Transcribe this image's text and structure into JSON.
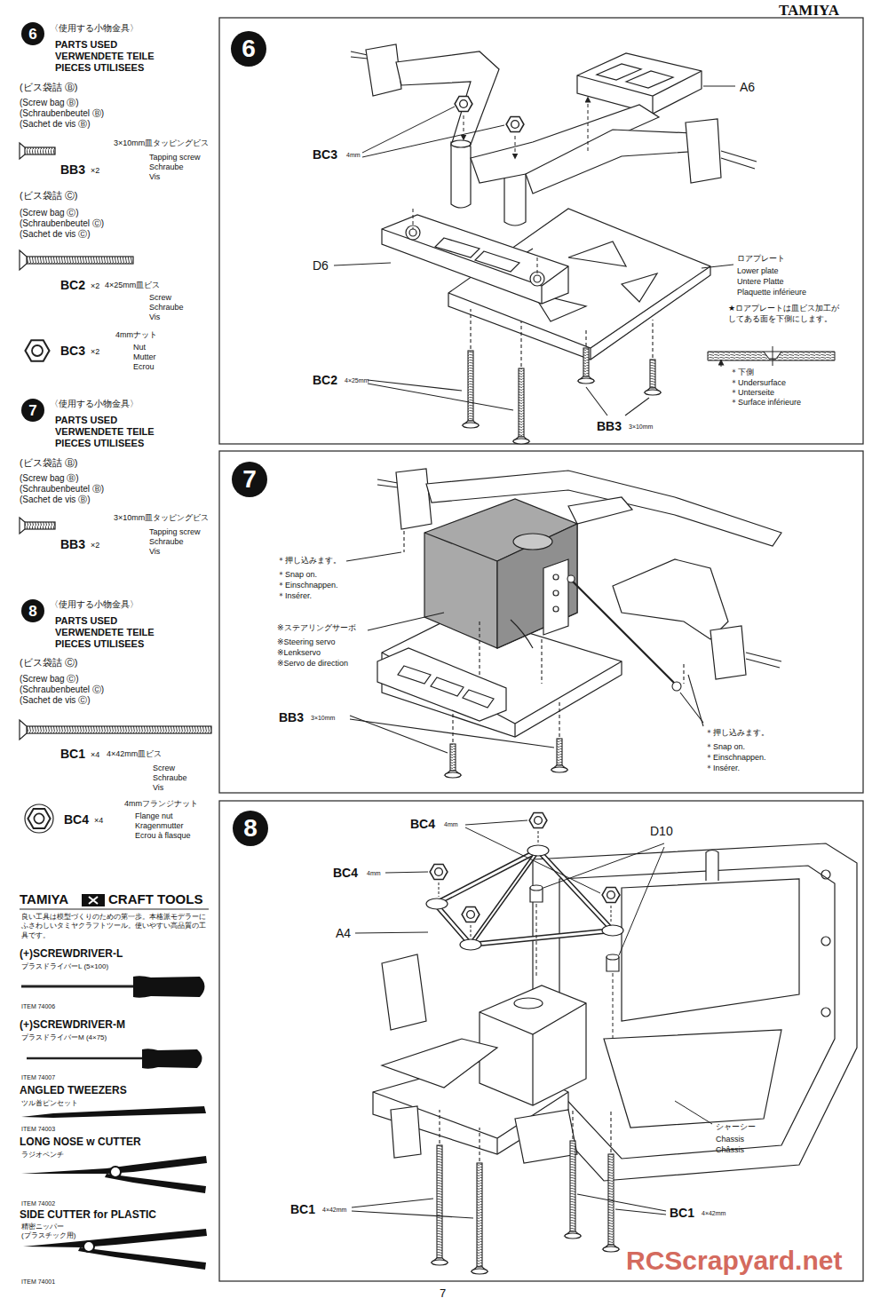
{
  "diagram": {
    "nodes": [
      {
        "text": [
          "6"
        ]
      },
      {
        "text": [
          "6"
        ]
      },
      {
        "text": [
          "7"
        ]
      },
      {
        "text": [
          "7"
        ]
      },
      {
        "text": [
          "8"
        ]
      },
      {
        "text": [
          "8"
        ]
      }
    ],
    "labels": [
      "TAMIYA",
      "〈使用する小物金具〉",
      "PARTS USED",
      "VERWENDETE TEILE",
      "PIECES UTILISEES",
      "(ビス袋詰 Ⓑ)",
      "(Screw bag Ⓑ)",
      "(Schraubenbeutel Ⓑ)",
      "(Sachet de vis Ⓑ)",
      "3×10mm皿タッピングビス",
      "Tapping screw",
      "Schraube",
      "Vis",
      "BB3",
      "×2",
      "(ビス袋詰 Ⓒ)",
      "(Screw bag Ⓒ)",
      "(Schraubenbeutel Ⓒ)",
      "(Sachet de vis Ⓒ)",
      "BC2",
      "×2",
      "4×25mm皿ビス",
      "Screw",
      "Schraube",
      "Vis",
      "BC3",
      "×2",
      "4mmナット",
      "Nut",
      "Mutter",
      "Ecrou",
      "〈使用する小物金具〉",
      "PARTS USED",
      "VERWENDETE TEILE",
      "PIECES UTILISEES",
      "(ビス袋詰 Ⓑ)",
      "(Screw bag Ⓑ)",
      "(Schraubenbeutel Ⓑ)",
      "(Sachet de vis Ⓑ)",
      "3×10mm皿タッピングビス",
      "Tapping screw",
      "Schraube",
      "Vis",
      "BB3",
      "×2",
      "〈使用する小物金具〉",
      "PARTS USED",
      "VERWENDETE TEILE",
      "PIECES UTILISEES",
      "(ビス袋詰 Ⓒ)",
      "(Screw bag Ⓒ)",
      "(Schraubenbeutel Ⓒ)",
      "(Sachet de vis Ⓒ)",
      "BC1",
      "×4",
      "4×42mm皿ビス",
      "Screw",
      "Schraube",
      "Vis",
      "BC4",
      "×4",
      "4mmフランジナット",
      "Flange nut",
      "Kragenmutter",
      "Ecrou à flasque",
      "TAMIYA",
      "CRAFT TOOLS",
      "良い工具は模型づくりのための第一歩。本格派モデラーにふさわしいタミヤクラフトツール。使いやすい高品質の工具です。",
      "(+)SCREWDRIVER-L",
      "プラスドライバーL (5×100)",
      "ITEM 74006",
      "(+)SCREWDRIVER-M",
      "プラスドライバーM (4×75)",
      "ITEM 74007",
      "ANGLED TWEEZERS",
      "ツル首ピンセット",
      "ITEM 74003",
      "LONG NOSE w CUTTER",
      "ラジオペンチ",
      "ITEM 74002",
      "SIDE CUTTER for PLASTIC",
      "精密ニッパー",
      "(プラスチック用)",
      "ITEM 74001",
      "A6",
      "BC3",
      "4mm",
      "D6",
      "ロアプレート",
      "Lower plate",
      "Untere Platte",
      "Plaquette inférieure",
      "★ロアプレートは皿ビス加工がしてある面を下側にします。",
      "＊下側",
      "＊Undersurface",
      "＊Unterseite",
      "＊Surface inférieure",
      "BC2",
      "4×25mm",
      "BB3",
      "3×10mm",
      "＊押し込みます。",
      "＊Snap on.",
      "＊Einschnappen.",
      "＊Insérer.",
      "※ステアリングサーボ",
      "※Steering servo",
      "※Lenkservo",
      "※Servo de direction",
      "BB3",
      "3×10mm",
      "＊押し込みます。",
      "＊Snap on.",
      "＊Einschnappen.",
      "＊Insérer.",
      "BC4",
      "4mm",
      "D10",
      "BC4",
      "4mm",
      "A4",
      "シャーシー",
      "Chassis",
      "Châssis",
      "BC1",
      "4×42mm",
      "BC1",
      "4×42mm",
      "7",
      "RCScrapyard.net"
    ]
  }
}
